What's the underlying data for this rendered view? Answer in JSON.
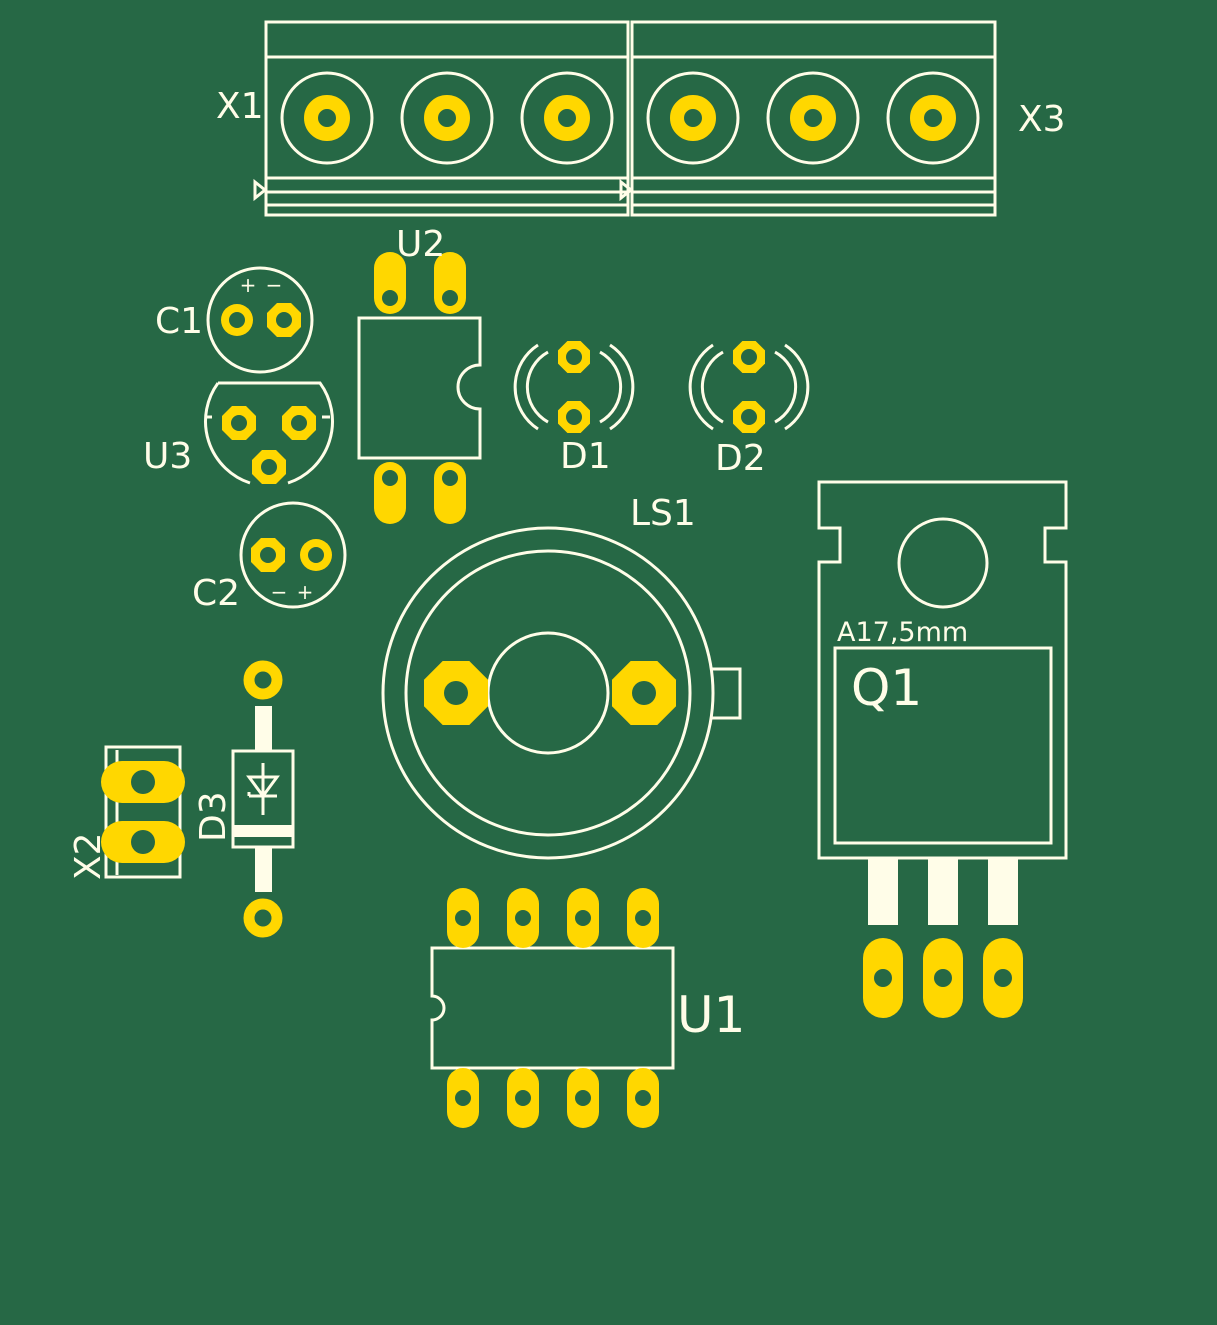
{
  "board": {
    "background": "#266845",
    "silkscreen": "#fffde8",
    "copper": "#ffd700"
  },
  "labels": {
    "x1": "X1",
    "x3": "X3",
    "u2": "U2",
    "c1": "C1",
    "u3": "U3",
    "c2": "C2",
    "d1": "D1",
    "d2": "D2",
    "ls1": "LS1",
    "q1": "Q1",
    "q1_note": "A17,5mm",
    "d3": "D3",
    "x2": "X2",
    "u1": "U1"
  },
  "polarity": {
    "c1_plus": "+",
    "c1_minus": "−",
    "c2_minus": "−",
    "c2_plus": "+"
  }
}
